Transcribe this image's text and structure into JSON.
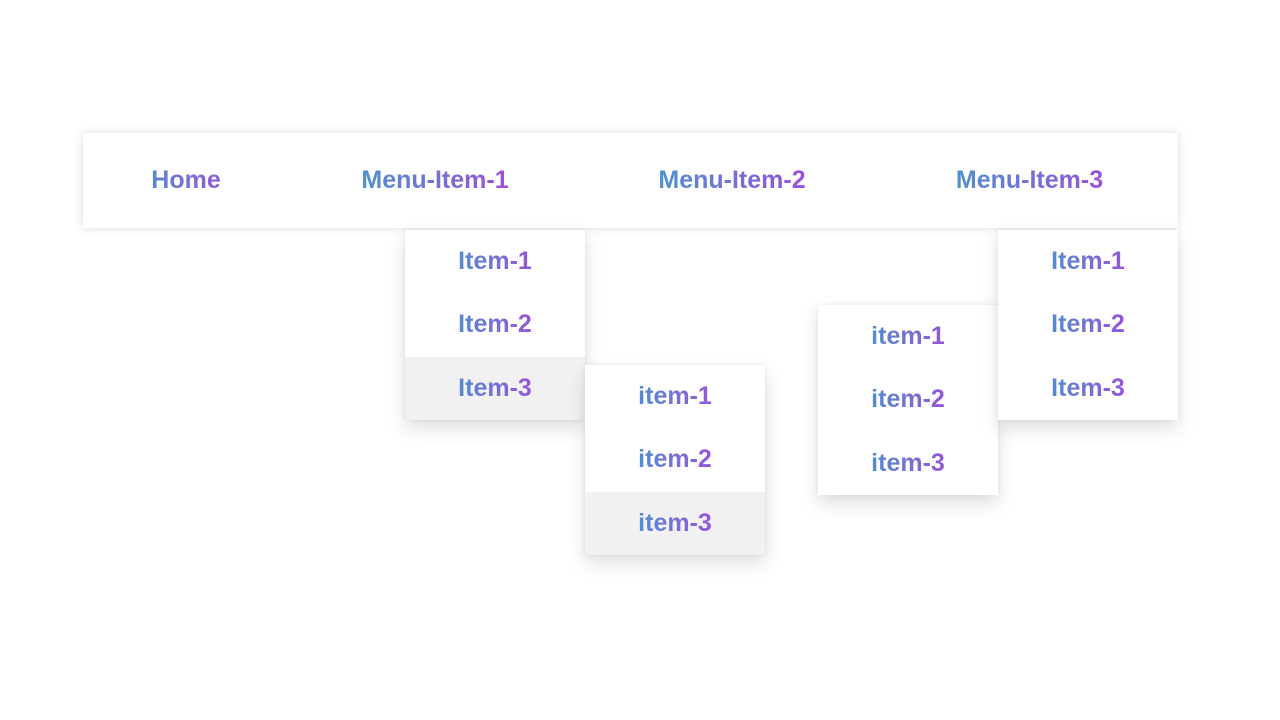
{
  "colors": {
    "gradient-start": "#25b4c8",
    "gradient-end": "#c42ee0",
    "hover-bg": "#f1f1f1",
    "surface": "#ffffff",
    "page-bg": "#ffffff"
  },
  "navbar": {
    "items": [
      {
        "label": "Home"
      },
      {
        "label": "Menu-Item-1"
      },
      {
        "label": "Menu-Item-2"
      },
      {
        "label": "Menu-Item-3"
      }
    ]
  },
  "menus": {
    "menu1_dropdown": {
      "items": [
        "Item-1",
        "Item-2",
        "Item-3"
      ],
      "hovered_item": "Item-3"
    },
    "menu1_submenu": {
      "items": [
        "item-1",
        "item-2",
        "item-3"
      ],
      "hovered_item": "item-3"
    },
    "menu2_submenu": {
      "items": [
        "item-1",
        "item-2",
        "item-3"
      ]
    },
    "menu3_dropdown": {
      "items": [
        "Item-1",
        "Item-2",
        "Item-3"
      ]
    }
  }
}
